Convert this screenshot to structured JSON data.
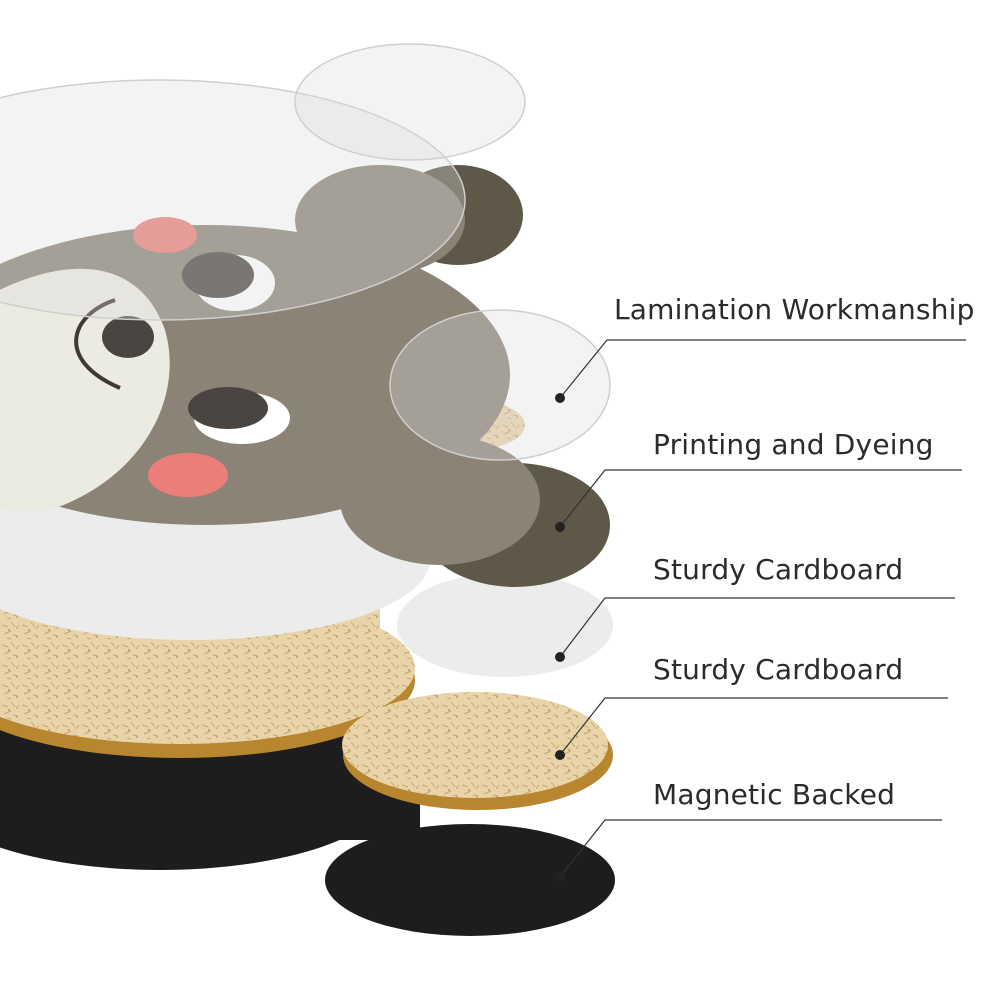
{
  "layers": [
    {
      "label": "Lamination Workmanship"
    },
    {
      "label": "Printing and Dyeing"
    },
    {
      "label": "Sturdy Cardboard"
    },
    {
      "label": "Sturdy Cardboard"
    },
    {
      "label": "Magnetic Backed"
    }
  ],
  "colors": {
    "magnet": "#1d1d1d",
    "cardboard": "#e6d1a6",
    "cardboard_edge": "#b8862e",
    "print_fur": "#8a8376",
    "print_dark": "#5e5849",
    "print_face": "#ecebe2",
    "cheek": "#ec7e7a",
    "laminate": "#dcdcdc",
    "leader_line": "#333333"
  }
}
